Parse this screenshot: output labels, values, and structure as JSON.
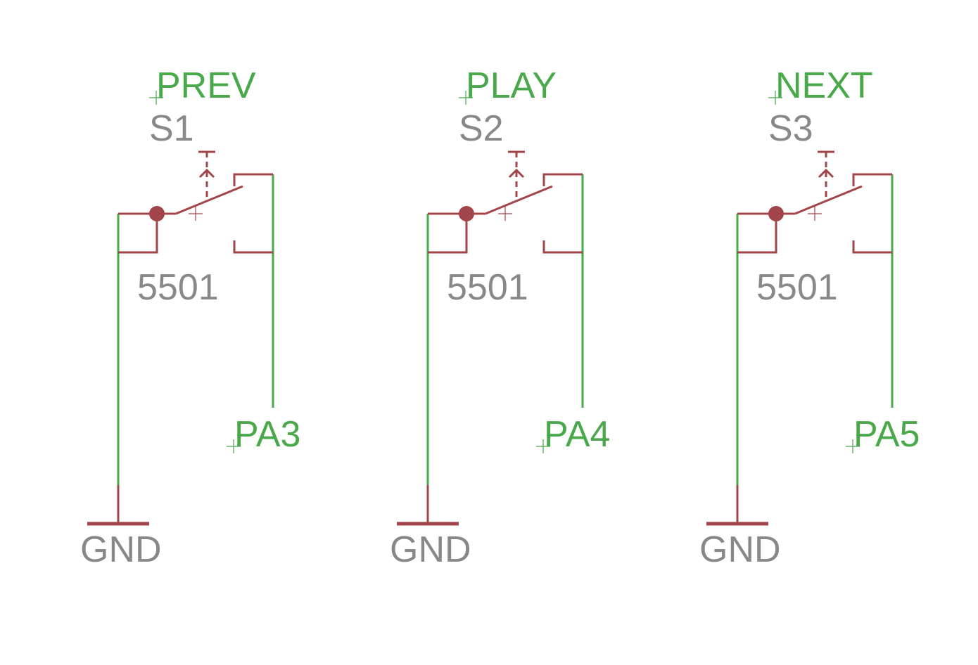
{
  "colors": {
    "wire": "#48a84a",
    "symbol": "#a24548",
    "reference_text": "#888888",
    "background": "#ffffff"
  },
  "switches": [
    {
      "net_label": "PREV",
      "ref": "S1",
      "part": "5501",
      "output_net": "PA3",
      "ground": "GND"
    },
    {
      "net_label": "PLAY",
      "ref": "S2",
      "part": "5501",
      "output_net": "PA4",
      "ground": "GND"
    },
    {
      "net_label": "NEXT",
      "ref": "S3",
      "part": "5501",
      "output_net": "PA5",
      "ground": "GND"
    }
  ]
}
